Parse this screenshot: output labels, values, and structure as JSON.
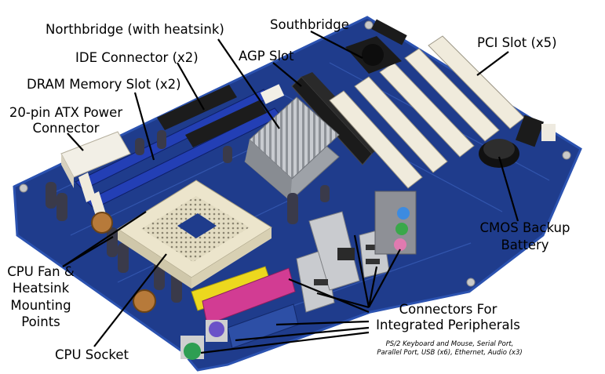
{
  "labels": {
    "northbridge": "Northbridge (with heatsink)",
    "southbridge": "Southbridge",
    "ide": "IDE Connector (x2)",
    "agp": "AGP Slot",
    "pci": "PCI Slot (x5)",
    "dram": "DRAM Memory Slot (x2)",
    "atx_line1": "20-pin ATX Power",
    "atx_line2": "Connector",
    "cmos_line1": "CMOS Backup",
    "cmos_line2": "Battery",
    "cpu_fan_line1": "CPU Fan &",
    "cpu_fan_line2": "Heatsink",
    "cpu_fan_line3": "Mounting",
    "cpu_fan_line4": "Points",
    "cpu_socket": "CPU Socket",
    "connectors_line1": "Connectors For",
    "connectors_line2": "Integrated Peripherals",
    "peripherals_note_line1": "PS/2 Keyboard and Mouse, Serial Port,",
    "peripherals_note_line2": "Parallel Port, USB (x6), Ethernet, Audio (x3)"
  },
  "colors": {
    "board": "#1f3c8c",
    "board_edge": "#2b52b0",
    "trace": "#3f66c4",
    "slot_white": "#f0ebdc",
    "slot_black": "#1b1b1b",
    "dram_slot": "#233fb5",
    "heatsink": "#b9bcc0",
    "socket": "#ece5cc",
    "parallel_port": "#d23c93",
    "serial_port": "#2d4fa6",
    "ps2_mouse": "#2e9e52",
    "ps2_keyboard": "#6a52c8",
    "audio_blue": "#3d8be0",
    "audio_green": "#3aa84a",
    "audio_pink": "#e07ab0",
    "sticker_yellow": "#ecd81e"
  }
}
